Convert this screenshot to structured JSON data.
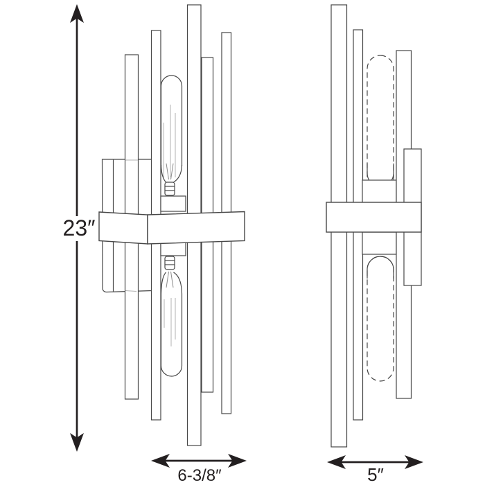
{
  "diagram": {
    "annotations": {
      "height_label": "23″",
      "width_label": "6-3/8″",
      "depth_label": "5″"
    },
    "colors": {
      "background": "#ffffff",
      "outline": "#474747",
      "light_line": "#b0b0b0",
      "dimension": "#231f20"
    }
  }
}
